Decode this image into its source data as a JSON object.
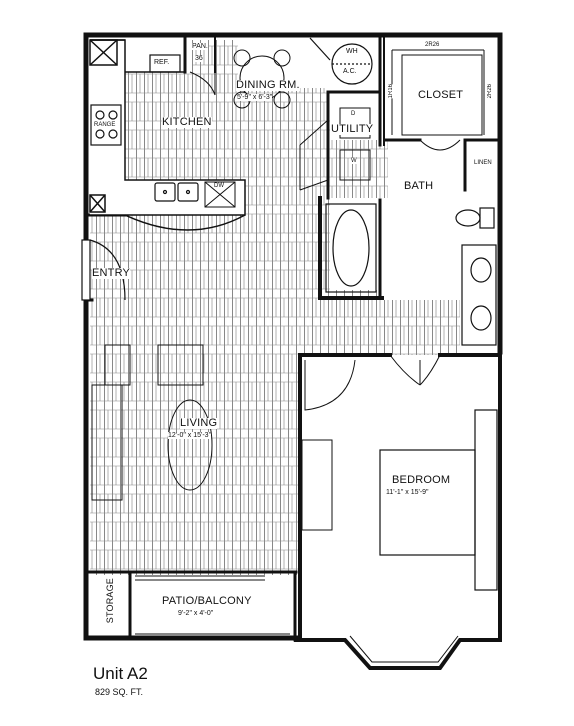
{
  "rooms": {
    "kitchen": "KITCHEN",
    "dining": "DINING RM.",
    "dining_dim": "5'-9\" x 6'-3\"",
    "utility": "UTILITY",
    "closet": "CLOSET",
    "bath": "BATH",
    "linen": "LINEN",
    "entry": "ENTRY",
    "living": "LIVING",
    "living_dim": "12'-0\" x 15'-3\"",
    "bedroom": "BEDROOM",
    "bedroom_dim": "11'-1\" x 15'-9\"",
    "storage": "STORAGE",
    "patio": "PATIO/BALCONY",
    "patio_dim": "9'-2\" x 4'-0\""
  },
  "fixtures": {
    "ref": "REF.",
    "pan": "PAN.",
    "pan_num": "36",
    "range": "RANGE",
    "dw": "DW",
    "wh": "WH",
    "ac": "A.C.",
    "shelf_top": "2R26",
    "shelf_left": "1R16",
    "shelf_right": "2R26",
    "d": "D",
    "w": "W"
  },
  "unit": {
    "title": "Unit A2",
    "area": "829 SQ. FT."
  }
}
